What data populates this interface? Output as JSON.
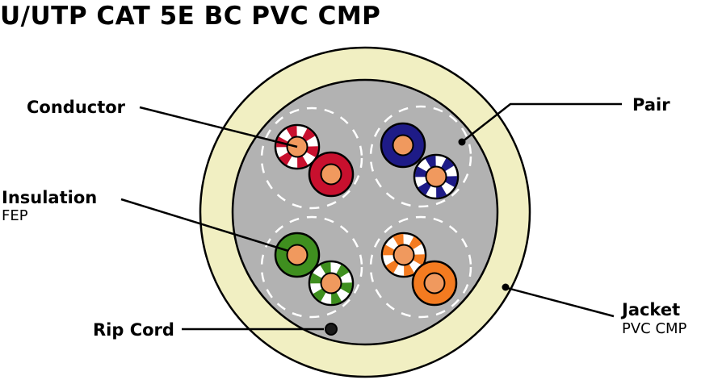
{
  "title": "U/UTP CAT 5E BC PVC CMP",
  "labels": {
    "conductor": "Conductor",
    "insulation": "Insulation",
    "insulation_material": "FEP",
    "rip_cord": "Rip Cord",
    "pair": "Pair",
    "jacket": "Jacket",
    "jacket_material": "PVC CMP"
  },
  "colors": {
    "jacket": "#F1EFC2",
    "core": "#B2B2B2",
    "copper": "#F0995E",
    "pair_red": "#C8102E",
    "pair_blue": "#1E1B87",
    "pair_green": "#3F8F1F",
    "pair_orange": "#F47B20",
    "rip_cord": "#1A1A1A",
    "outline": "#000000",
    "pair_circle_dash": "#FFFFFF"
  }
}
